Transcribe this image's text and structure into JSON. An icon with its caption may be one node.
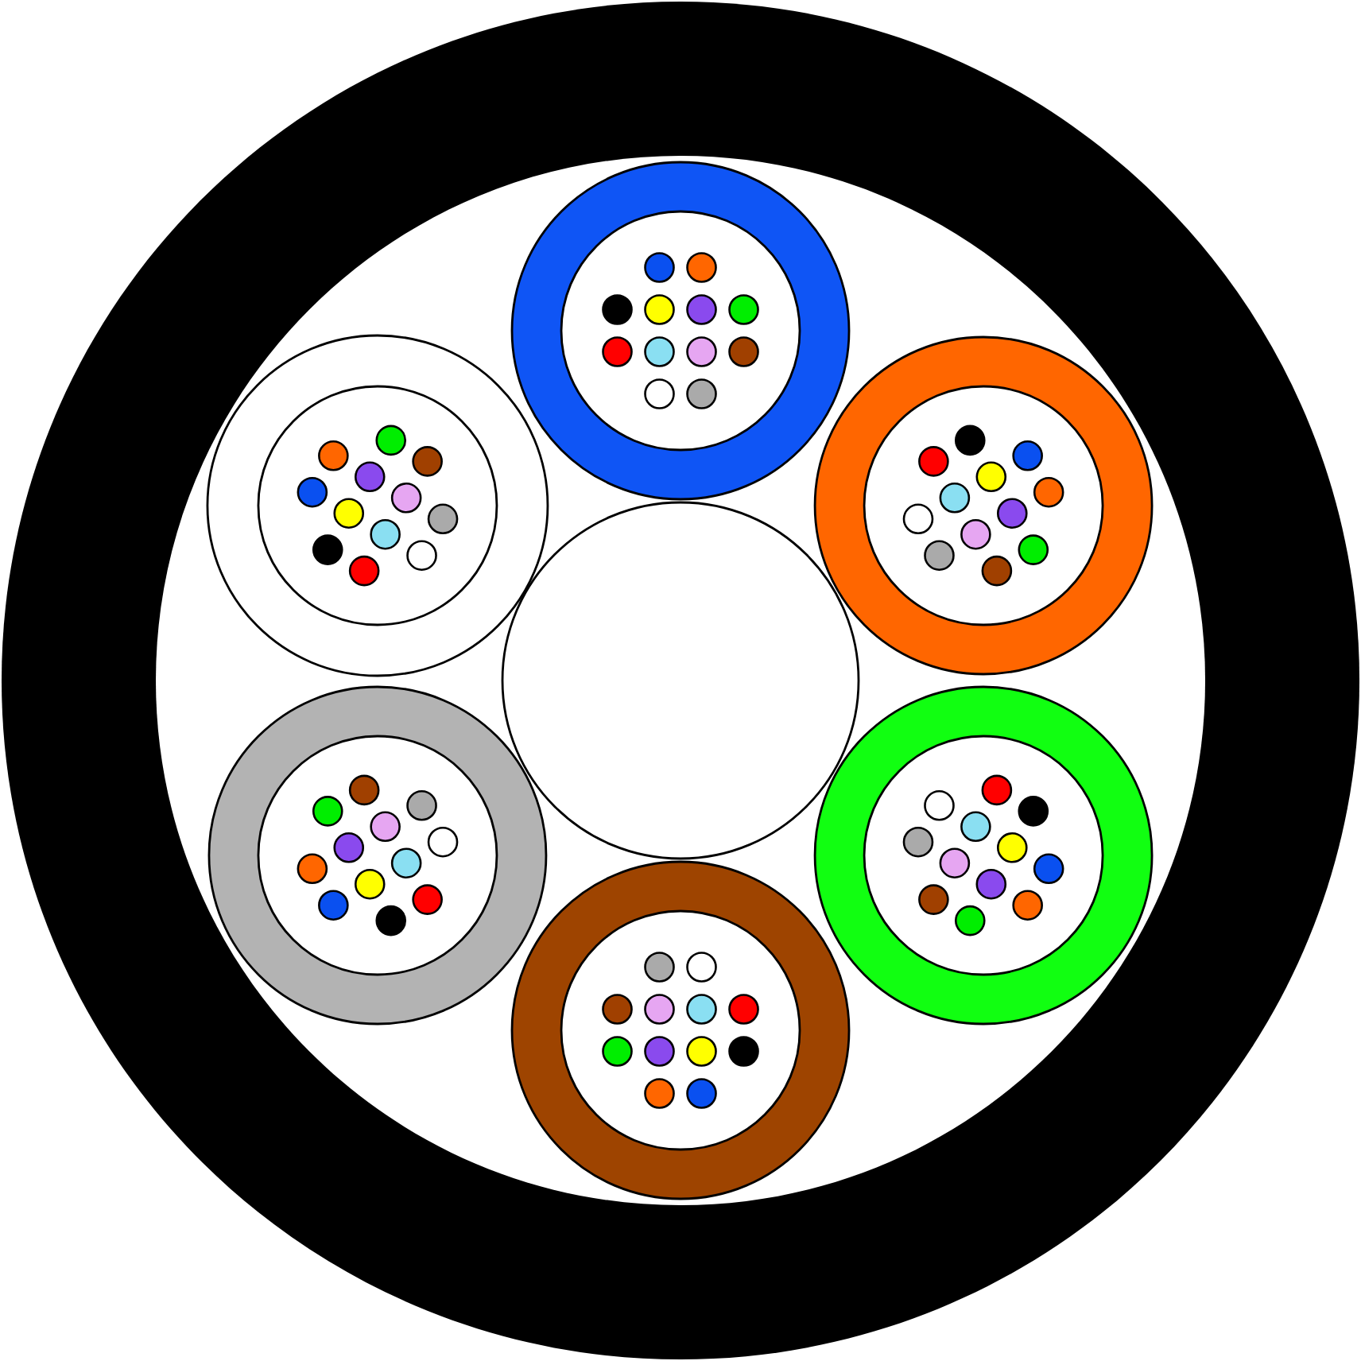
{
  "diagram": {
    "nodes": [
      {
        "text": [],
        "shape": "circle"
      },
      {
        "text": [],
        "shape": "circle",
        "in": 0
      },
      {
        "text": [],
        "shape": "circle",
        "in": 0
      },
      {
        "text": [],
        "shape": "circle",
        "in": 0
      },
      {
        "text": [],
        "shape": "circle",
        "in": 0
      },
      {
        "text": [],
        "shape": "circle",
        "in": 0
      },
      {
        "text": [],
        "shape": "circle",
        "in": 0
      },
      {
        "text": [],
        "shape": "circle",
        "in": 0
      }
    ]
  }
}
